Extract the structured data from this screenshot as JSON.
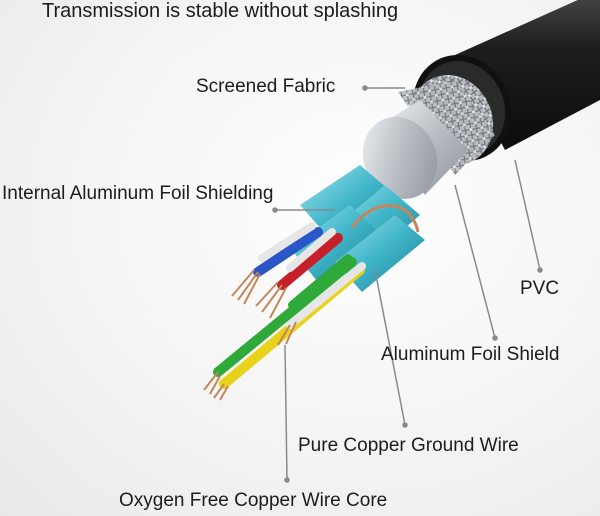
{
  "labels": {
    "title": "Transmission is stable without splashing",
    "screened_fabric": "Screened Fabric",
    "internal_foil": "Internal Aluminum Foil Shielding",
    "pvc": "PVC",
    "aluminum_foil": "Aluminum Foil Shield",
    "ground_wire": "Pure Copper Ground Wire",
    "wire_core": "Oxygen Free Copper Wire Core"
  },
  "colors": {
    "jacket": "#1b1b1b",
    "foil": "#c9ced3",
    "internal_foil": "#3fb4c8",
    "copper": "#c4865a",
    "wire_blue": "#2a56c8",
    "wire_red": "#c8202a",
    "wire_green": "#2faa3a",
    "wire_yellow": "#e8d21a",
    "wire_white": "#e6e6e6"
  }
}
